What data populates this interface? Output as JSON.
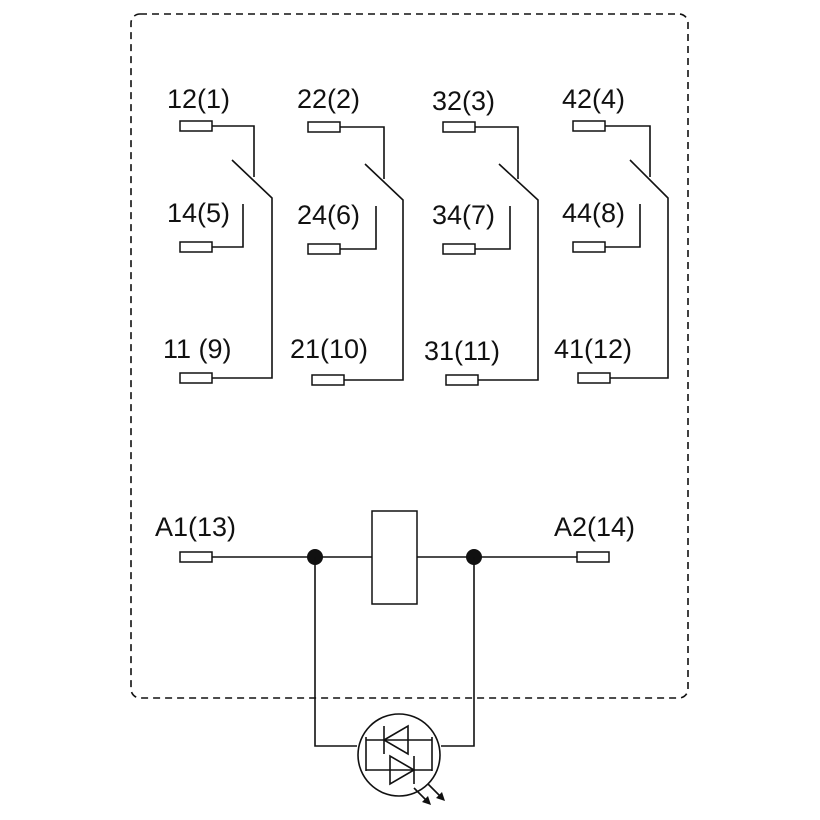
{
  "terminals": {
    "c1_nc": "12(1)",
    "c1_no": "14(5)",
    "c1_com": "11 (9)",
    "c2_nc": "22(2)",
    "c2_no": "24(6)",
    "c2_com": "21(10)",
    "c3_nc": "32(3)",
    "c3_no": "34(7)",
    "c3_com": "31(11)",
    "c4_nc": "42(4)",
    "c4_no": "44(8)",
    "c4_com": "41(12)",
    "coil_a1": "A1(13)",
    "coil_a2": "A2(14)"
  }
}
